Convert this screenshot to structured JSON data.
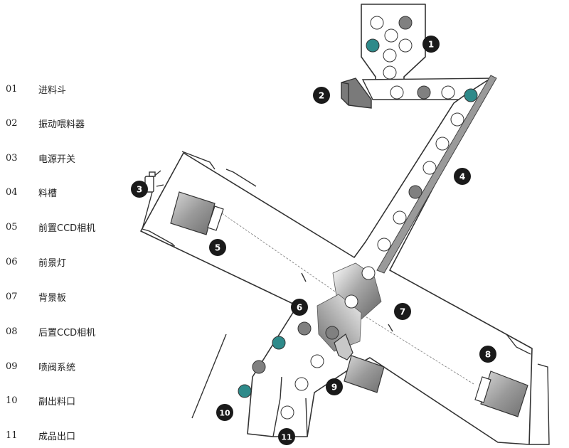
{
  "legend": [
    {
      "num": "01",
      "label": "进料斗"
    },
    {
      "num": "02",
      "label": "振动喂料器"
    },
    {
      "num": "03",
      "label": "电源开关"
    },
    {
      "num": "04",
      "label": "料槽"
    },
    {
      "num": "05",
      "label": "前置CCD相机"
    },
    {
      "num": "06",
      "label": "前景灯"
    },
    {
      "num": "07",
      "label": "背景板"
    },
    {
      "num": "08",
      "label": "后置CCD相机"
    },
    {
      "num": "09",
      "label": "喷阀系统"
    },
    {
      "num": "10",
      "label": "副出料口"
    },
    {
      "num": "11",
      "label": "成品出口"
    }
  ],
  "callouts": [
    "1",
    "2",
    "3",
    "4",
    "5",
    "6",
    "7",
    "8",
    "9",
    "10",
    "11"
  ],
  "colors": {
    "outline": "#333333",
    "good_particle": "#ffffff",
    "defect_gray": "#808080",
    "defect_teal": "#2e8a8a",
    "badge": "#1a1a1a",
    "badge_text": "#ffffff",
    "chute": "#9a9a9a"
  }
}
